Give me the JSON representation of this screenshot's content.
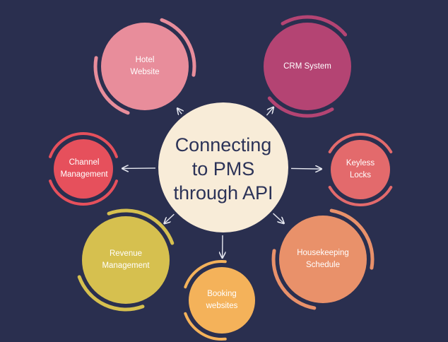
{
  "center": {
    "title": "Connecting\nto PMS\nthrough API",
    "fill": "#f8ecd8"
  },
  "colors": {
    "background": "#2a2f4f",
    "arrow": "#e6e8f0",
    "center_text": "#2c3358"
  },
  "nodes": [
    {
      "key": "hotel_website",
      "label": "Hotel\nWebsite",
      "color": "#e88d9b"
    },
    {
      "key": "crm_system",
      "label": "CRM System",
      "color": "#b44473"
    },
    {
      "key": "keyless_locks",
      "label": "Keyless\nLocks",
      "color": "#e36a6c"
    },
    {
      "key": "housekeeping_schedule",
      "label": "Housekeeping\nSchedule",
      "color": "#e9916a"
    },
    {
      "key": "booking_websites",
      "label": "Booking\nwebsites",
      "color": "#f4b25a"
    },
    {
      "key": "revenue_management",
      "label": "Revenue\nManagement",
      "color": "#d6c04f"
    },
    {
      "key": "channel_management",
      "label": "Channel\nManagement",
      "color": "#e6505c"
    }
  ]
}
